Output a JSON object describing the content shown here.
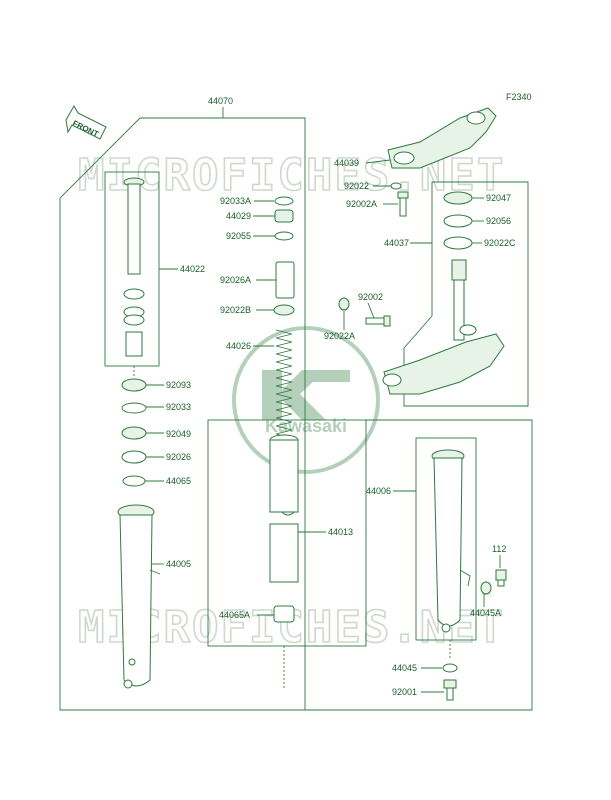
{
  "figure_code": "F2340",
  "front_label": "FRONT",
  "watermark": "MICROFICHES.NET",
  "logo_text": "Kawasaki",
  "colors": {
    "line": "#2e7a3d",
    "label": "#1a5e2a",
    "watermark": "#cfd8cf"
  },
  "labels": {
    "p44070": "44070",
    "p44022": "44022",
    "p92033A": "92033A",
    "p44029": "44029",
    "p92055": "92055",
    "p92026A": "92026A",
    "p92022B": "92022B",
    "p44026": "44026",
    "p92093": "92093",
    "p92033": "92033",
    "p92049": "92049",
    "p92026": "92026",
    "p44065": "44065",
    "p44005": "44005",
    "p44013": "44013",
    "p44065A": "44065A",
    "p44039": "44039",
    "p92022": "92022",
    "p92002A": "92002A",
    "p92047": "92047",
    "p92056": "92056",
    "p44037": "44037",
    "p92022C": "92022C",
    "p92002": "92002",
    "p92022A": "92022A",
    "p44006": "44006",
    "p112": "112",
    "p44045A": "44045A",
    "p44045": "44045",
    "p92001": "92001"
  }
}
